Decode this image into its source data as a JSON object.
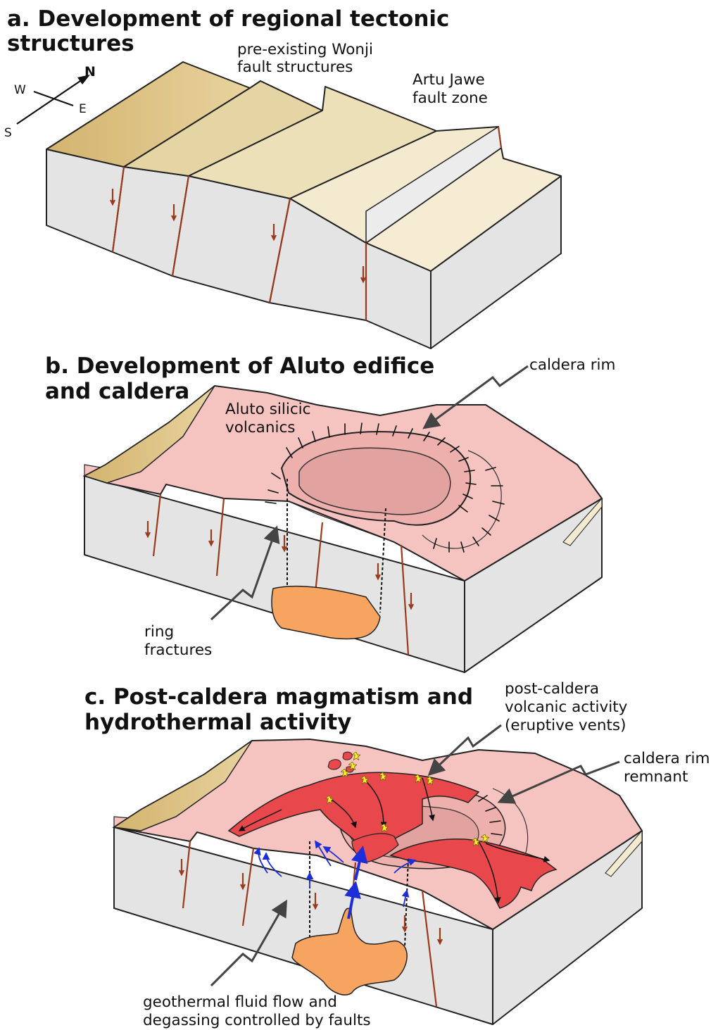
{
  "panels": {
    "a": {
      "title_line1": "a. Development of regional tectonic",
      "title_line2": "structures",
      "label_wonji_1": "pre-existing Wonji",
      "label_wonji_2": "fault structures",
      "label_artu_1": "Artu Jawe",
      "label_artu_2": "fault zone"
    },
    "b": {
      "title_line1": "b. Development of Aluto edifice",
      "title_line2": "and caldera",
      "label_caldera_rim": "caldera rim",
      "label_silicic_1": "Aluto silicic",
      "label_silicic_2": "volcanics",
      "label_ring_1": "ring",
      "label_ring_2": "fractures"
    },
    "c": {
      "title_line1": "c. Post-caldera magmatism and",
      "title_line2": "hydrothermal activity",
      "label_post_1": "post-caldera",
      "label_post_2": "volcanic activity",
      "label_post_3": "(eruptive vents)",
      "label_remnant_1": "caldera rim",
      "label_remnant_2": "remnant",
      "label_geo_1": "geothermal fluid flow and",
      "label_geo_2": "degassing controlled by faults"
    }
  },
  "compass": {
    "n": "N",
    "s": "S",
    "e": "E",
    "w": "W"
  },
  "colors": {
    "block_side": "#e4e4e4",
    "fault": "#9a3a1a",
    "volcanic_pink": "#f6c4c0",
    "lava_red": "#e8474c",
    "magma_orange": "#f8a461",
    "fluid_blue": "#1d2ed8",
    "vent_yellow": "#ffee33"
  }
}
